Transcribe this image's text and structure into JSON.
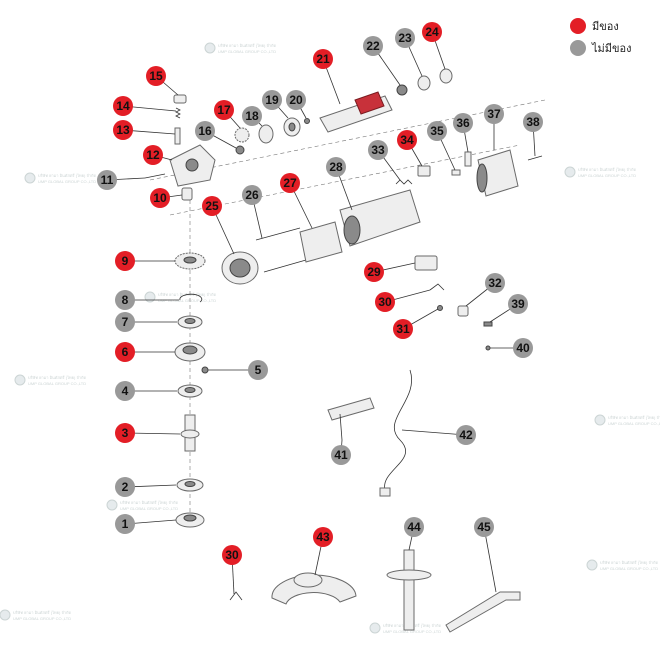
{
  "legend": {
    "in_stock": {
      "label": "มีของ",
      "color": "#e31e26"
    },
    "out_of_stock": {
      "label": "ไม่มีของ",
      "color": "#999999"
    }
  },
  "watermark": {
    "line1": "บริษัท ยามา อินดัสตรี (ไทย) จำกัด",
    "line2": "UMP GLOBAL GROUP CO.,LTD"
  },
  "parts": [
    {
      "no": "1",
      "status": "out_of_stock"
    },
    {
      "no": "2",
      "status": "out_of_stock"
    },
    {
      "no": "3",
      "status": "in_stock"
    },
    {
      "no": "4",
      "status": "out_of_stock"
    },
    {
      "no": "5",
      "status": "out_of_stock"
    },
    {
      "no": "6",
      "status": "in_stock"
    },
    {
      "no": "7",
      "status": "out_of_stock"
    },
    {
      "no": "8",
      "status": "out_of_stock"
    },
    {
      "no": "9",
      "status": "in_stock"
    },
    {
      "no": "10",
      "status": "in_stock"
    },
    {
      "no": "11",
      "status": "out_of_stock"
    },
    {
      "no": "12",
      "status": "in_stock"
    },
    {
      "no": "13",
      "status": "in_stock"
    },
    {
      "no": "14",
      "status": "in_stock"
    },
    {
      "no": "15",
      "status": "in_stock"
    },
    {
      "no": "16",
      "status": "out_of_stock"
    },
    {
      "no": "17",
      "status": "in_stock"
    },
    {
      "no": "18",
      "status": "out_of_stock"
    },
    {
      "no": "19",
      "status": "out_of_stock"
    },
    {
      "no": "20",
      "status": "out_of_stock"
    },
    {
      "no": "21",
      "status": "in_stock"
    },
    {
      "no": "22",
      "status": "out_of_stock"
    },
    {
      "no": "23",
      "status": "out_of_stock"
    },
    {
      "no": "24",
      "status": "in_stock"
    },
    {
      "no": "25",
      "status": "in_stock"
    },
    {
      "no": "26",
      "status": "out_of_stock"
    },
    {
      "no": "27",
      "status": "in_stock"
    },
    {
      "no": "28",
      "status": "out_of_stock"
    },
    {
      "no": "29",
      "status": "in_stock"
    },
    {
      "no": "30",
      "status": "in_stock"
    },
    {
      "no": "31",
      "status": "in_stock"
    },
    {
      "no": "32",
      "status": "out_of_stock"
    },
    {
      "no": "33",
      "status": "out_of_stock"
    },
    {
      "no": "34",
      "status": "in_stock"
    },
    {
      "no": "35",
      "status": "out_of_stock"
    },
    {
      "no": "36",
      "status": "out_of_stock"
    },
    {
      "no": "37",
      "status": "out_of_stock"
    },
    {
      "no": "38",
      "status": "out_of_stock"
    },
    {
      "no": "39",
      "status": "out_of_stock"
    },
    {
      "no": "40",
      "status": "out_of_stock"
    },
    {
      "no": "41",
      "status": "out_of_stock"
    },
    {
      "no": "42",
      "status": "out_of_stock"
    },
    {
      "no": "30",
      "status": "in_stock"
    },
    {
      "no": "43",
      "status": "in_stock"
    },
    {
      "no": "44",
      "status": "out_of_stock"
    },
    {
      "no": "45",
      "status": "out_of_stock"
    }
  ]
}
